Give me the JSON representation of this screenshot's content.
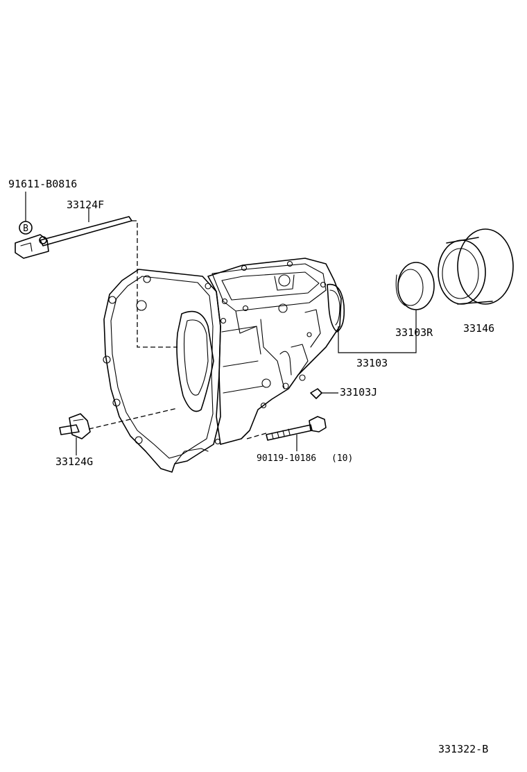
{
  "parts": {
    "bolt_top": "91611-B0816",
    "rod": "33124F",
    "marker": "B",
    "bearing_r": "33103R",
    "cover": "33146",
    "case": "33103",
    "plug": "33103J",
    "bolt": "90119-10186",
    "bolt_qty": "(10)",
    "lever": "33124G"
  },
  "diagram_id": "331322-B"
}
